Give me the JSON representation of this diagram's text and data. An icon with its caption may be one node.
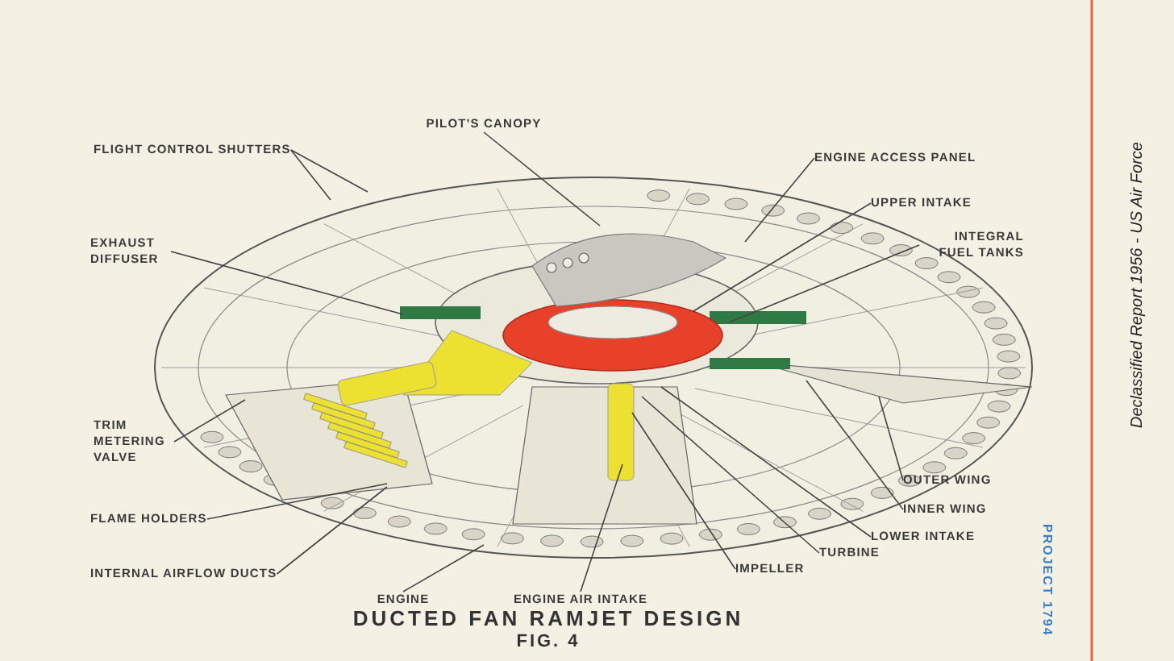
{
  "diagram": {
    "title": "DUCTED FAN RAMJET DESIGN",
    "caption": "Declassified Report 1956 - US Air Force",
    "nodes": [
      {
        "text": [
          "FLIGHT CONTROL SHUTTERS"
        ]
      },
      {
        "text": [
          "PILOT'S CANOPY"
        ]
      },
      {
        "text": [
          "ENGINE ACCESS PANEL"
        ]
      },
      {
        "text": [
          "EXHAUST DIFFUSER"
        ]
      },
      {
        "text": [
          "UPPER INTAKE"
        ]
      },
      {
        "text": [
          "INTEGRAL FUEL TANKS"
        ]
      },
      {
        "text": [
          "TRIM METERING VALVE"
        ]
      },
      {
        "text": [
          "OUTER WING"
        ]
      },
      {
        "text": [
          "INNER WING"
        ]
      },
      {
        "text": [
          "FLAME HOLDERS"
        ]
      },
      {
        "text": [
          "LOWER INTAKE"
        ]
      },
      {
        "text": [
          "INTERNAL AIRFLOW DUCTS"
        ]
      },
      {
        "text": [
          "TURBINE"
        ]
      },
      {
        "text": [
          "IMPELLER"
        ]
      },
      {
        "text": [
          "ENGINE"
        ]
      },
      {
        "text": [
          "ENGINE AIR INTAKE"
        ]
      }
    ],
    "edges": [
      {
        "from": 0,
        "to": null,
        "arrow": "none"
      },
      {
        "from": 0,
        "to": null,
        "arrow": "none"
      },
      {
        "from": 1,
        "to": null,
        "arrow": "none"
      },
      {
        "from": 2,
        "to": null,
        "arrow": "none"
      },
      {
        "from": 3,
        "to": null,
        "arrow": "none"
      },
      {
        "from": 4,
        "to": null,
        "arrow": "none"
      },
      {
        "from": 5,
        "to": null,
        "arrow": "none"
      },
      {
        "from": 6,
        "to": null,
        "arrow": "none"
      },
      {
        "from": 7,
        "to": null,
        "arrow": "none"
      },
      {
        "from": 8,
        "to": null,
        "arrow": "none"
      },
      {
        "from": 9,
        "to": null,
        "arrow": "none"
      },
      {
        "from": 10,
        "to": null,
        "arrow": "none"
      },
      {
        "from": 11,
        "to": null,
        "arrow": "none"
      },
      {
        "from": 12,
        "to": null,
        "arrow": "none"
      },
      {
        "from": 13,
        "to": null,
        "arrow": "none"
      },
      {
        "from": 14,
        "to": null,
        "arrow": "none"
      },
      {
        "from": 15,
        "to": null,
        "arrow": "none"
      }
    ],
    "labels": [
      "FIG. 4",
      "PROJECT 1794"
    ]
  }
}
